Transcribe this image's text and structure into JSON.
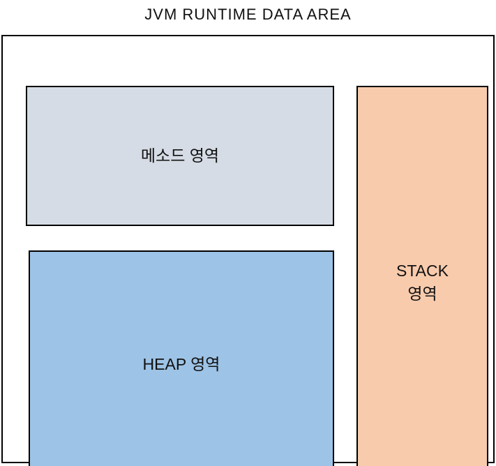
{
  "title": "JVM RUNTIME DATA AREA",
  "colors": {
    "background": "#ffffff",
    "border": "#000000",
    "text": "#111111",
    "method_fill": "#d6dce5",
    "heap_fill": "#9dc3e6",
    "stack_fill": "#f8cbad"
  },
  "regions": {
    "method": {
      "label": "메소드 영역",
      "fill": "#d6dce5"
    },
    "heap": {
      "label": "HEAP 영역",
      "fill": "#9dc3e6"
    },
    "stack": {
      "label": "STACK 영역",
      "line1": "STACK",
      "line2": "영역",
      "fill": "#f8cbad"
    }
  }
}
